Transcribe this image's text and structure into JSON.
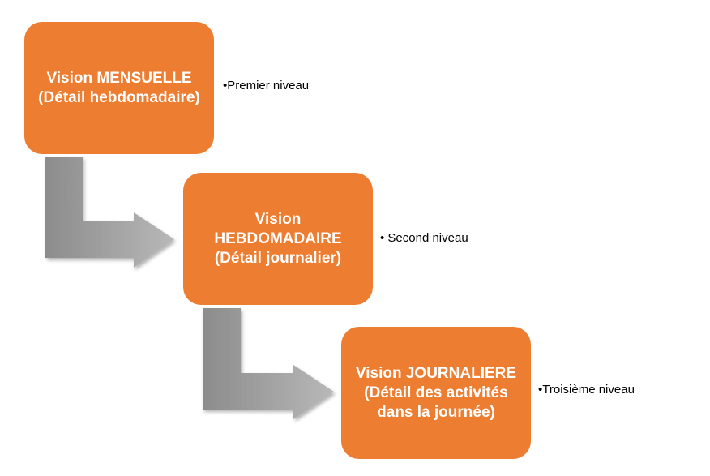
{
  "levels": [
    {
      "title": "Vision MENSUELLE (Détail hebdomadaire)",
      "bullet": "•Premier niveau"
    },
    {
      "title": "Vision HEBDOMADAIRE (Détail journalier)",
      "bullet": "• Second niveau"
    },
    {
      "title": "Vision JOURNALIERE (Détail des activités dans la journée)",
      "bullet": "•Troisième niveau"
    }
  ],
  "colors": {
    "box": "#ED7D31",
    "arrow_dark": "#8c8c8c",
    "arrow_light": "#b5b5b5"
  }
}
